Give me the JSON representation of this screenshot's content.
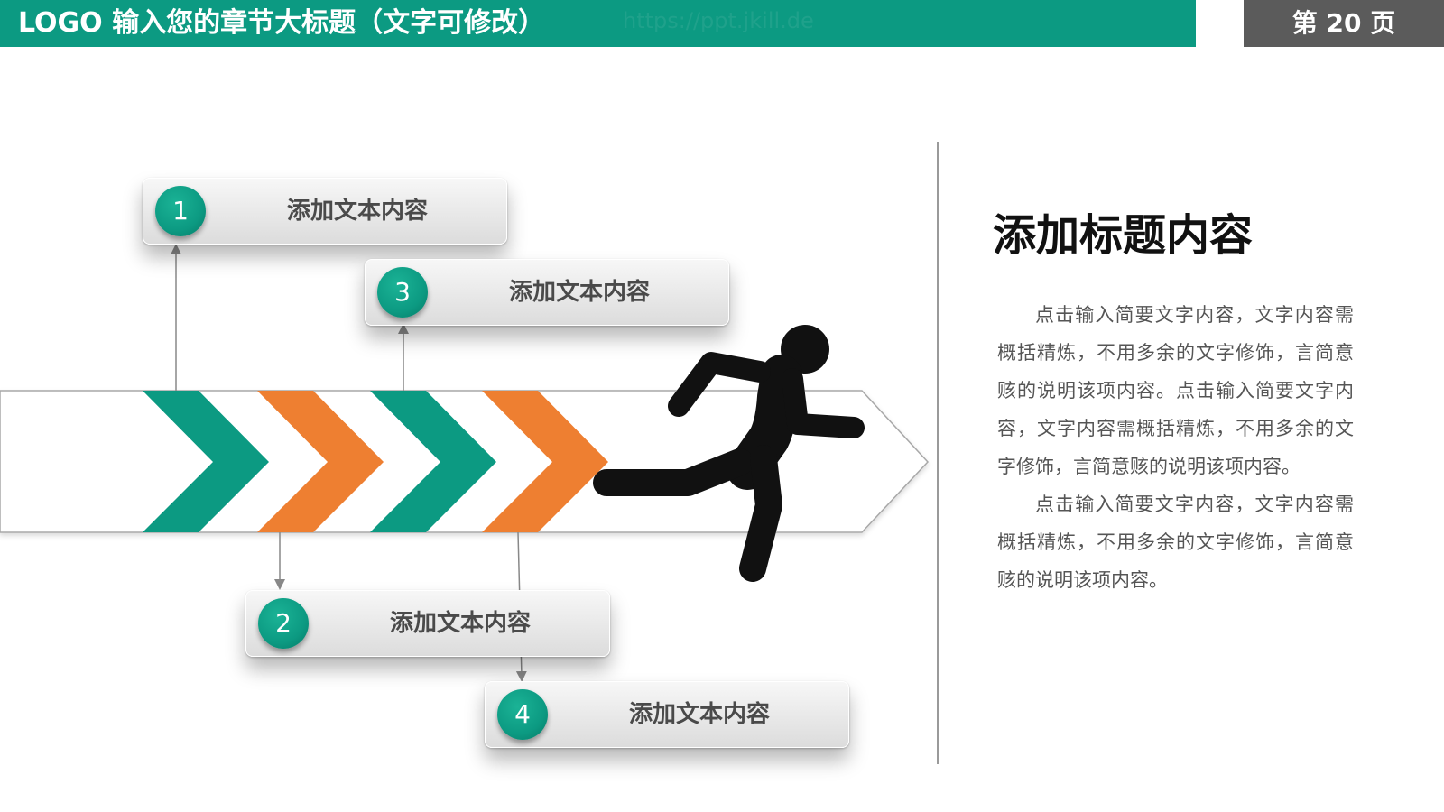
{
  "header": {
    "title": "LOGO  输入您的章节大标题（文字可修改）",
    "watermark": "https://ppt.jkill.de",
    "page_label": "第 20 页"
  },
  "colors": {
    "teal": "#0c9a82",
    "orange": "#ee7f31",
    "dark_gray": "#5b5b5b"
  },
  "icons": {
    "runner": "running-man-icon",
    "arrow": "chevron-arrow-band"
  },
  "steps": [
    {
      "num": "1",
      "label": "添加文本内容"
    },
    {
      "num": "2",
      "label": "添加文本内容"
    },
    {
      "num": "3",
      "label": "添加文本内容"
    },
    {
      "num": "4",
      "label": "添加文本内容"
    }
  ],
  "side": {
    "title": "添加标题内容",
    "paragraphs": [
      "点击输入简要文字内容，文字内容需概括精炼，不用多余的文字修饰，言简意赅的说明该项内容。点击输入简要文字内容，文字内容需概括精炼，不用多余的文字修饰，言简意赅的说明该项内容。",
      "点击输入简要文字内容，文字内容需概括精炼，不用多余的文字修饰，言简意赅的说明该项内容。"
    ]
  }
}
